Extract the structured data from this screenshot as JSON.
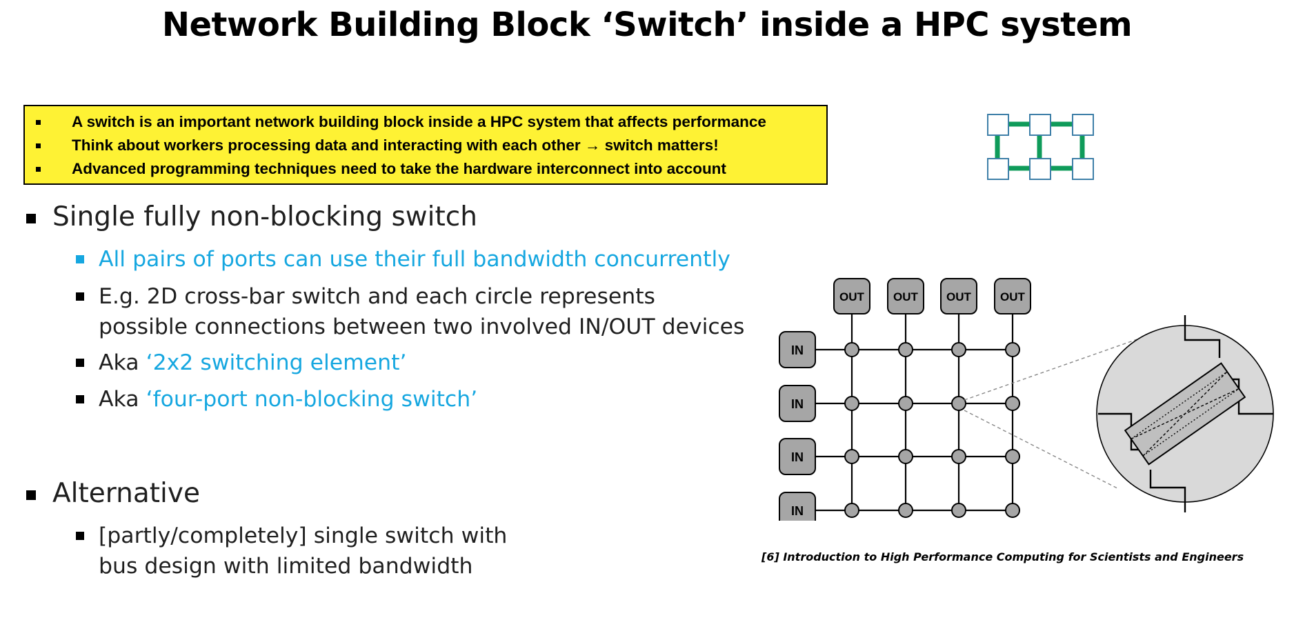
{
  "slide": {
    "title": "Network Building Block ‘Switch’ inside a HPC system"
  },
  "callout": {
    "items": [
      "A switch is an important network building block inside a HPC system that affects performance",
      "Think about workers processing data and interacting with each other → switch matters!",
      "Advanced programming techniques need to take the hardware interconnect into account"
    ]
  },
  "section1": {
    "heading": "Single fully non-blocking switch",
    "bullet1": "All pairs of ports can use their full bandwidth concurrently",
    "bullet2_line1": "E.g. 2D cross-bar switch and each circle represents",
    "bullet2_line2": "possible connections between two involved IN/OUT devices",
    "bullet3_prefix": "Aka ",
    "bullet3_term": "‘2x2 switching element’",
    "bullet4_prefix": "Aka ",
    "bullet4_term": "‘four-port non-blocking switch’"
  },
  "section2": {
    "heading": "Alternative",
    "bullet1_line1": "[partly/completely] single switch with",
    "bullet1_line2": "bus design with limited bandwidth"
  },
  "diagram": {
    "out_label": "OUT",
    "in_label": "IN",
    "caption": "[6] Introduction to High Performance Computing for Scientists and Engineers"
  },
  "colors": {
    "callout_bg": "#fef234",
    "accent_blue": "#16a7e0",
    "network_green": "#0f9b5a",
    "node_fill": "#a6a6a6"
  }
}
